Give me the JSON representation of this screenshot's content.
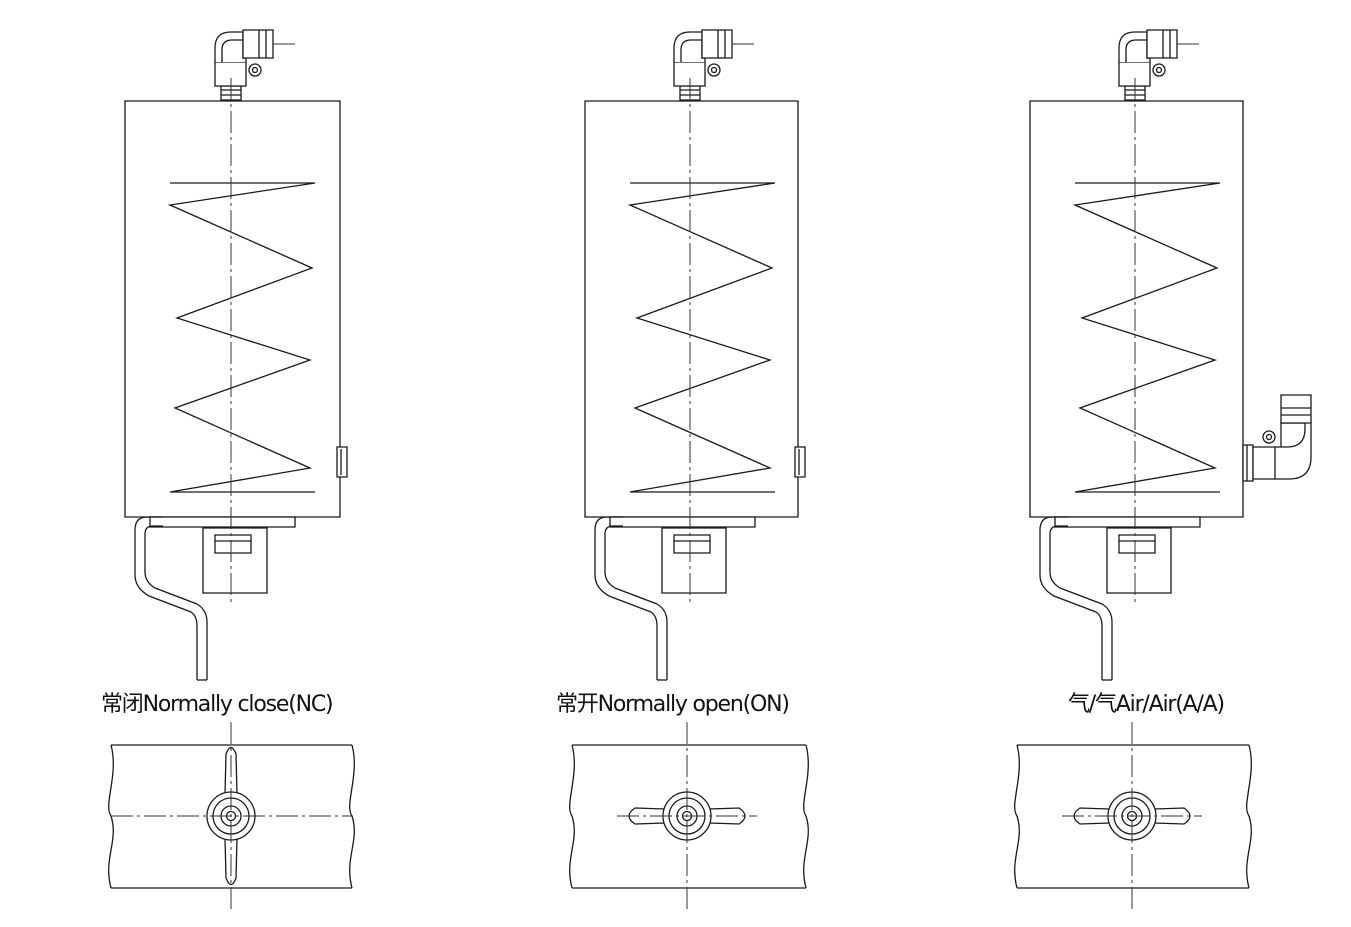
{
  "diagram": {
    "variants": [
      {
        "id": "nc",
        "caption": "常闭Normally close(NC)",
        "side_fitting": false,
        "handle": "vertical"
      },
      {
        "id": "no",
        "caption": "常开Normally open(ON)",
        "side_fitting": false,
        "handle": "horizontal"
      },
      {
        "id": "aa",
        "caption": "气/气Air/Air(A/A)",
        "side_fitting": true,
        "handle": "horizontal"
      }
    ]
  }
}
